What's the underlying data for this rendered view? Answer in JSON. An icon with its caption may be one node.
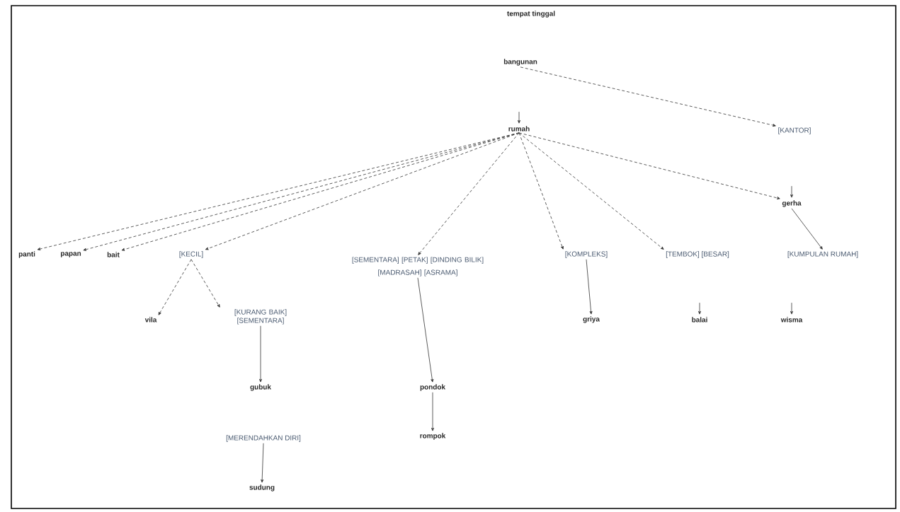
{
  "diagram": {
    "nodes": [
      {
        "text": [
          "tempat tinggal"
        ]
      },
      {
        "text": [
          "bangunan"
        ]
      },
      {
        "text": [
          "rumah"
        ]
      },
      {
        "text": [
          "[KANTOR]"
        ]
      },
      {
        "text": [
          "gerha"
        ]
      },
      {
        "text": [
          "panti"
        ]
      },
      {
        "text": [
          "papan"
        ]
      },
      {
        "text": [
          "bait"
        ]
      },
      {
        "text": [
          "[KECIL]"
        ]
      },
      {
        "text": [
          "[SEMENTARA] [PETAK] [DINDING BILIK]",
          "[MADRASAH] [ASRAMA]"
        ]
      },
      {
        "text": [
          "[KOMPLEKS]"
        ]
      },
      {
        "text": [
          "[TEMBOK] [BESAR]"
        ]
      },
      {
        "text": [
          "[KUMPULAN RUMAH]"
        ]
      },
      {
        "text": [
          "vila"
        ]
      },
      {
        "text": [
          "[KURANG BAIK] [SEMENTARA]"
        ]
      },
      {
        "text": [
          "griya"
        ]
      },
      {
        "text": [
          "balai"
        ]
      },
      {
        "text": [
          "wisma"
        ]
      },
      {
        "text": [
          "gubuk"
        ]
      },
      {
        "text": [
          "[MERENDAHKAN DIRI]"
        ]
      },
      {
        "text": [
          "pondok"
        ]
      },
      {
        "text": [
          "rompok"
        ]
      },
      {
        "text": [
          "sudung"
        ]
      }
    ],
    "edges": [
      {
        "from": 1,
        "to": 3,
        "arrow": "to",
        "style": "dashed"
      },
      {
        "from": null,
        "to": 2,
        "arrow": "to"
      },
      {
        "from": 2,
        "to": 5,
        "arrow": "to",
        "style": "dashed"
      },
      {
        "from": 2,
        "to": 6,
        "arrow": "to",
        "style": "dashed"
      },
      {
        "from": 2,
        "to": 7,
        "arrow": "to",
        "style": "dashed"
      },
      {
        "from": 2,
        "to": 8,
        "arrow": "to",
        "style": "dashed"
      },
      {
        "from": 2,
        "to": 9,
        "arrow": "to",
        "style": "dashed"
      },
      {
        "from": 2,
        "to": 10,
        "arrow": "to",
        "style": "dashed"
      },
      {
        "from": 2,
        "to": 11,
        "arrow": "to",
        "style": "dashed"
      },
      {
        "from": 2,
        "to": 4,
        "arrow": "to",
        "style": "dashed"
      },
      {
        "from": null,
        "to": 4,
        "arrow": "to"
      },
      {
        "from": 4,
        "to": 12,
        "arrow": "to"
      },
      {
        "from": 8,
        "to": 13,
        "arrow": "to",
        "style": "dashed"
      },
      {
        "from": 8,
        "to": 14,
        "arrow": "to",
        "style": "dashed"
      },
      {
        "from": 10,
        "to": 15,
        "arrow": "to"
      },
      {
        "from": null,
        "to": 16,
        "arrow": "to"
      },
      {
        "from": null,
        "to": 17,
        "arrow": "to"
      },
      {
        "from": 14,
        "to": 18,
        "arrow": "to"
      },
      {
        "from": 9,
        "to": 20,
        "arrow": "to"
      },
      {
        "from": 20,
        "to": 21,
        "arrow": "to"
      },
      {
        "from": 19,
        "to": 22,
        "arrow": "to"
      }
    ]
  }
}
